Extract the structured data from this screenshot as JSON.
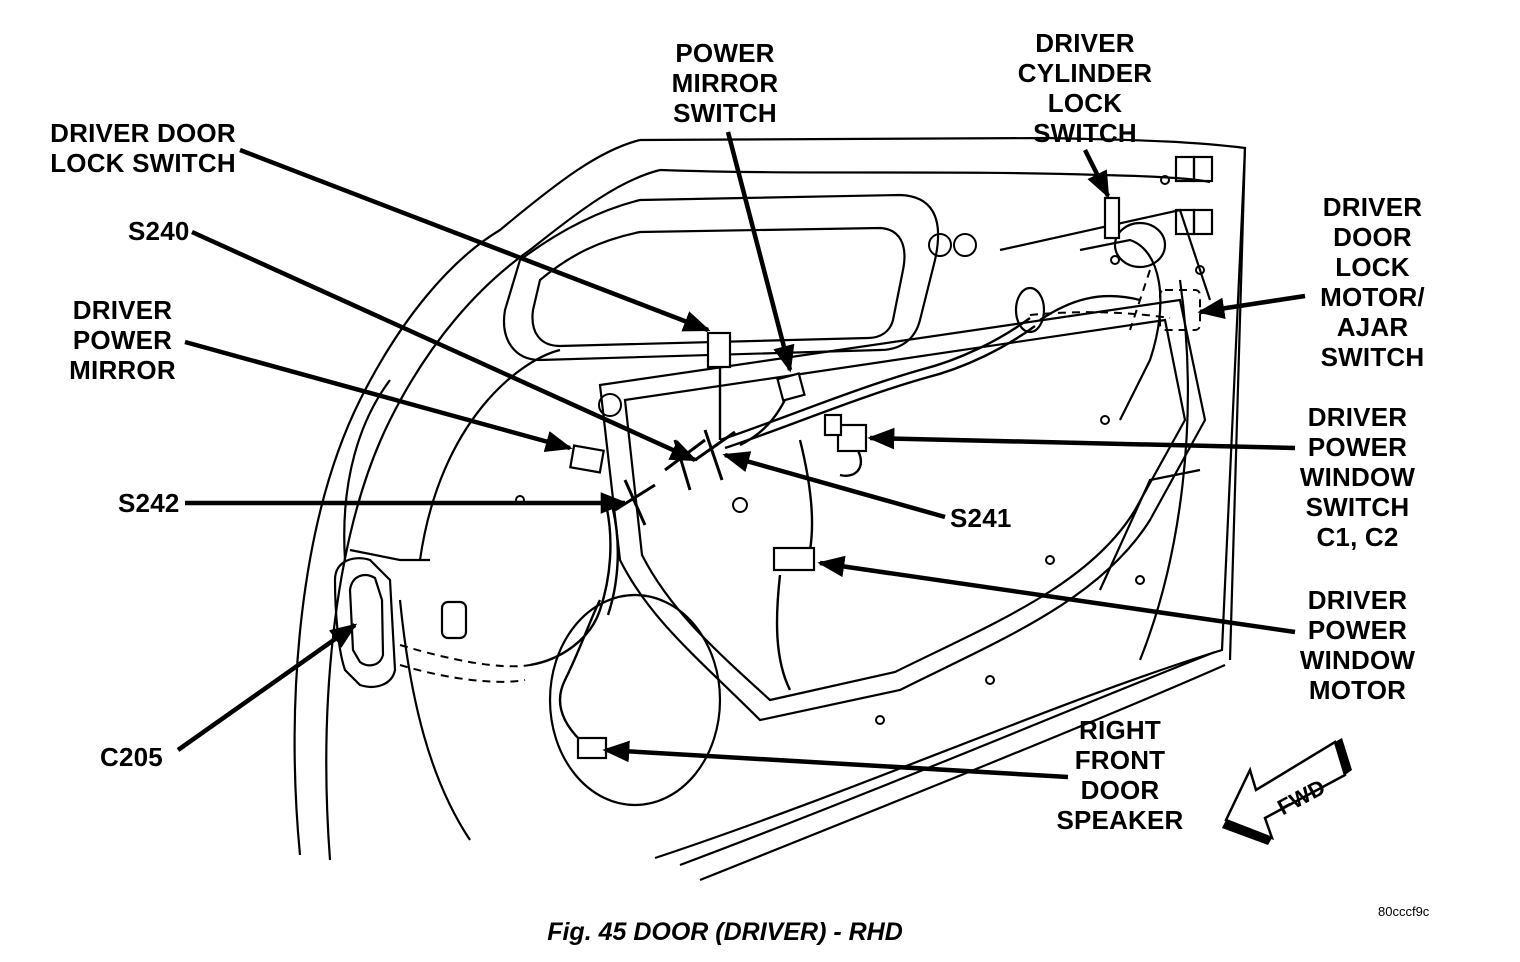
{
  "labels": {
    "power_mirror_switch": "POWER\nMIRROR\nSWITCH",
    "driver_cylinder_lock_switch": "DRIVER\nCYLINDER\nLOCK\nSWITCH",
    "driver_door_lock_switch": "DRIVER DOOR\nLOCK SWITCH",
    "s240": "S240",
    "driver_door_lock_motor": "DRIVER\nDOOR\nLOCK\nMOTOR/\nAJAR\nSWITCH",
    "driver_power_mirror": "DRIVER\nPOWER\nMIRROR",
    "driver_power_window_switch": "DRIVER\nPOWER\nWINDOW\nSWITCH\nC1, C2",
    "s242": "S242",
    "s241": "S241",
    "driver_power_window_motor": "DRIVER\nPOWER\nWINDOW\nMOTOR",
    "c205": "C205",
    "right_front_door_speaker": "RIGHT\nFRONT\nDOOR\nSPEAKER",
    "fwd": "FWD"
  },
  "caption": "Fig. 45 DOOR (DRIVER) - RHD",
  "figure_code": "80cccf9c"
}
